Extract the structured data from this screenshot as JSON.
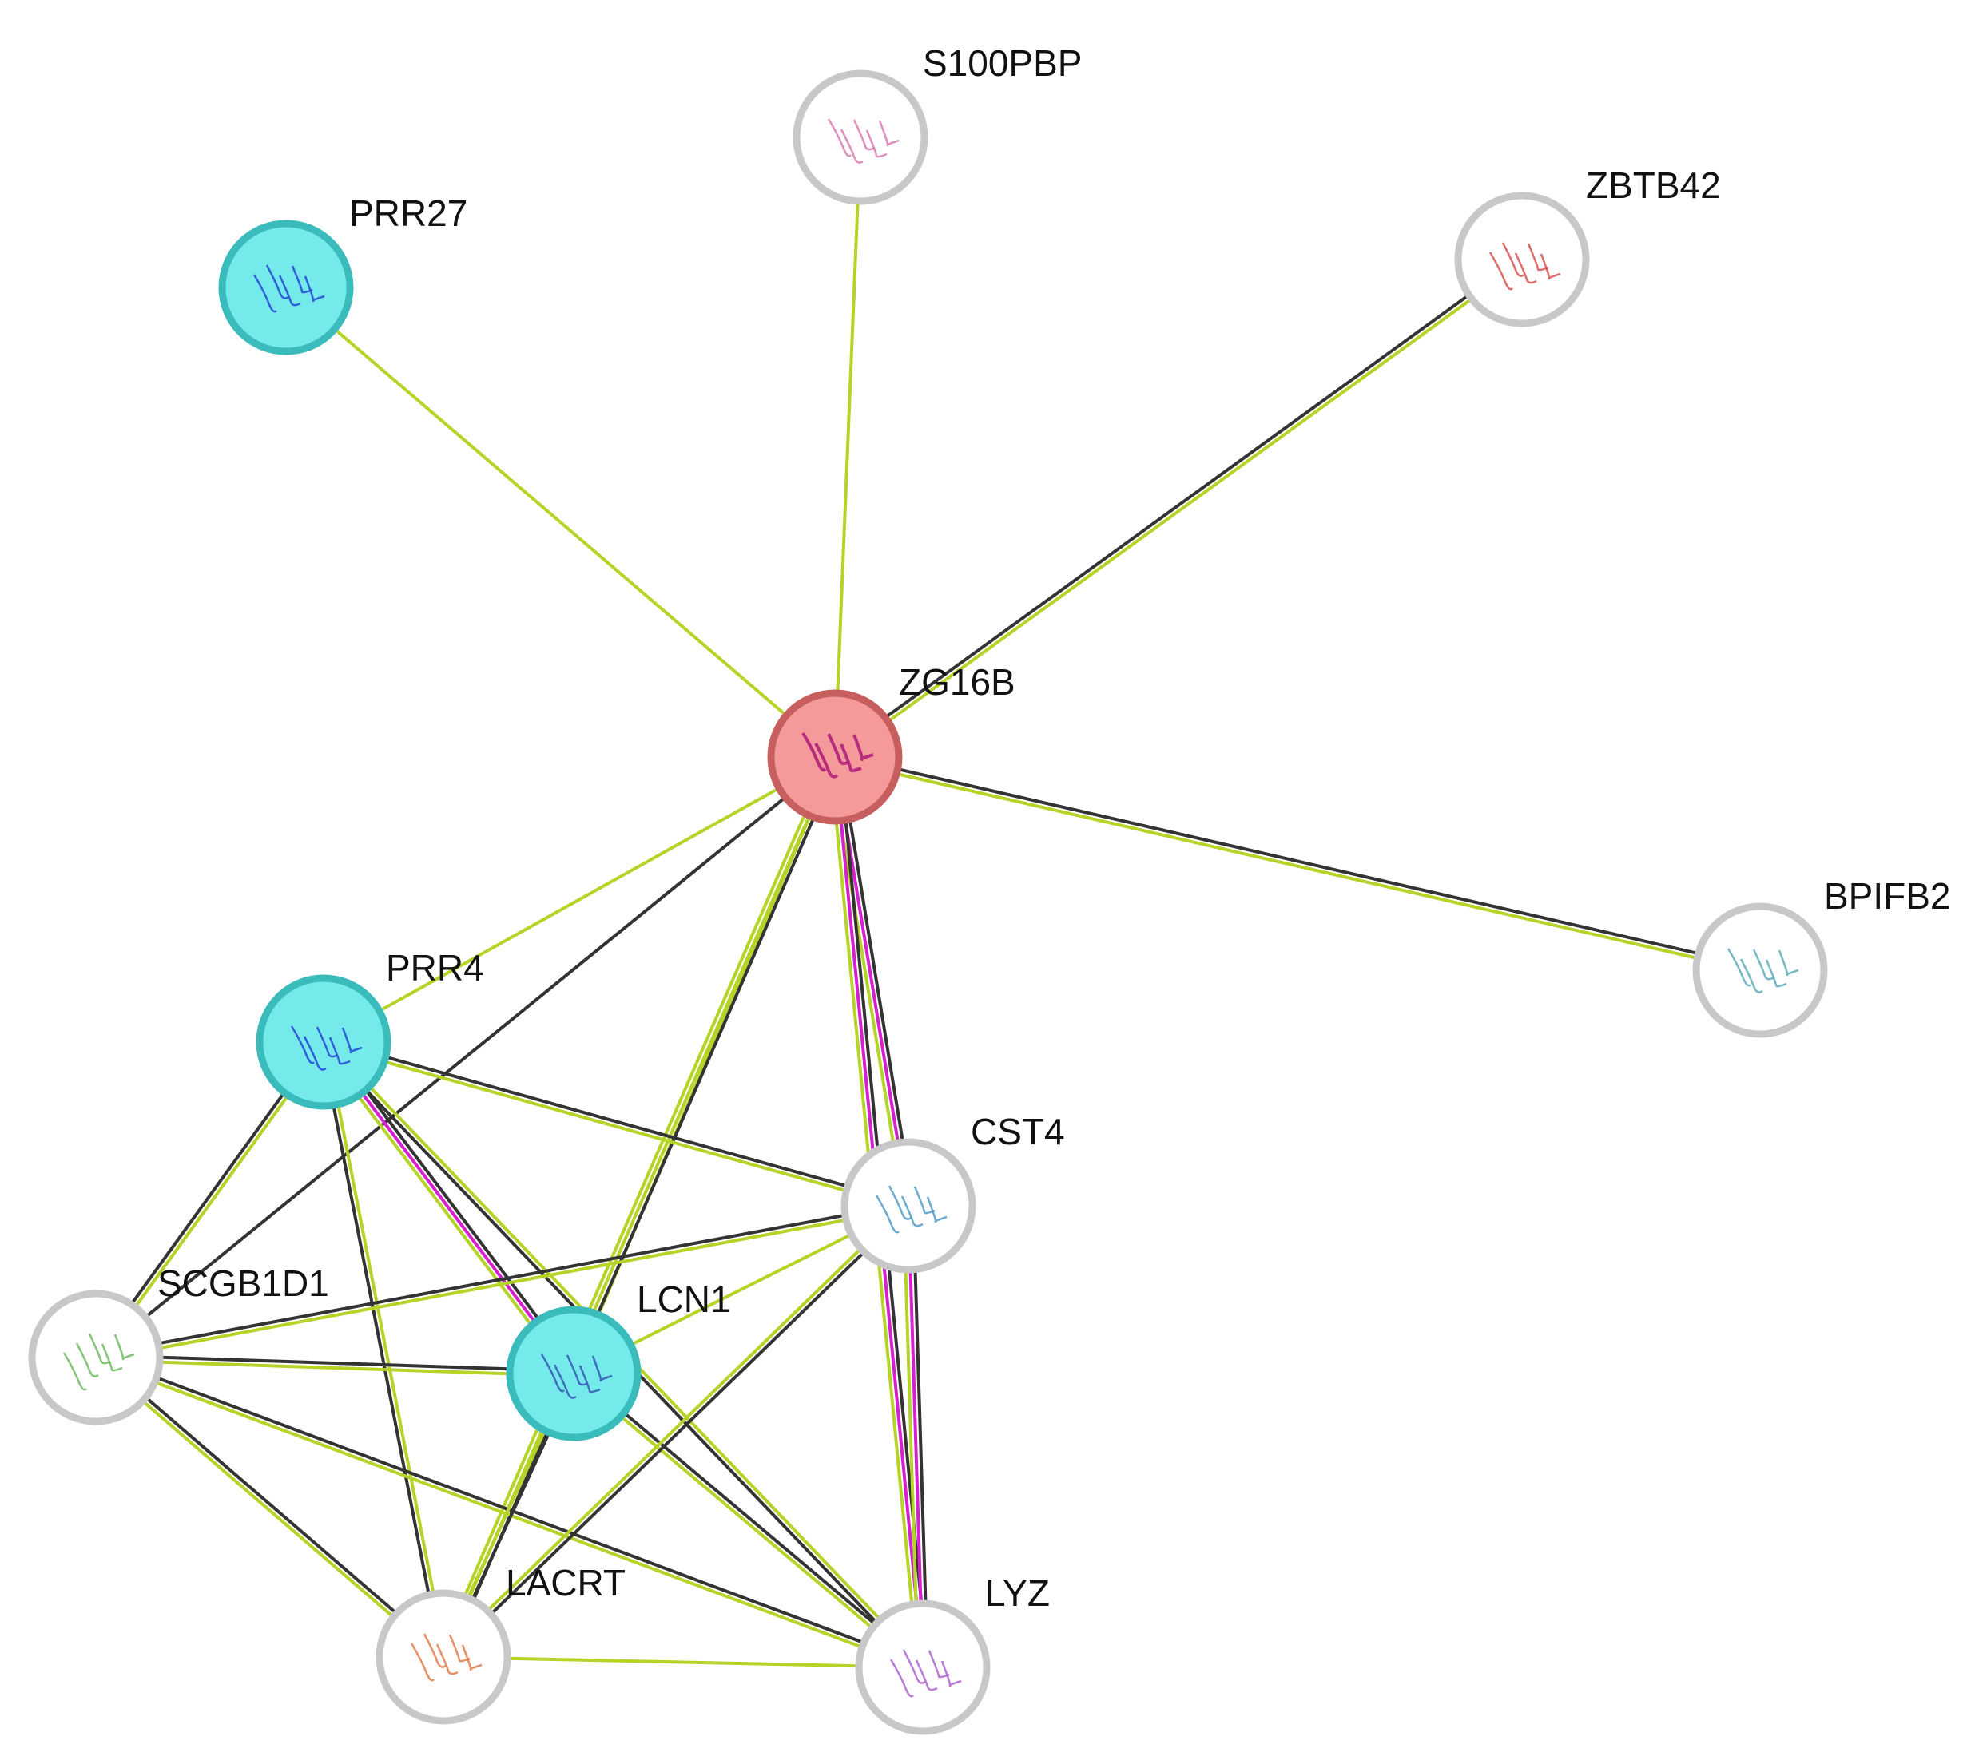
{
  "colors": {
    "textmining": "#b5d428",
    "coexpression": "#333333",
    "experiments": "#d61fd0",
    "node_query": "#f59a9a",
    "node_query_stroke": "#c85f5f",
    "node_highlight": "#74eaea",
    "node_highlight_stroke": "#3bbcbc",
    "node_plain": "#ffffff",
    "node_plain_stroke": "#c8c8c8"
  },
  "nodes": [
    {
      "id": "ZG16B",
      "label": "ZG16B",
      "style": "query",
      "structure_color": "#b0207a"
    },
    {
      "id": "S100PBP",
      "label": "S100PBP",
      "style": "plain",
      "structure_color": "#d46aa8"
    },
    {
      "id": "PRR27",
      "label": "PRR27",
      "style": "highlight",
      "structure_color": "#2a4fd8"
    },
    {
      "id": "ZBTB42",
      "label": "ZBTB42",
      "style": "plain",
      "structure_color": "#d43a3a"
    },
    {
      "id": "BPIFB2",
      "label": "BPIFB2",
      "style": "plain",
      "structure_color": "#4aa0b0"
    },
    {
      "id": "PRR4",
      "label": "PRR4",
      "style": "highlight",
      "structure_color": "#2a4fd8"
    },
    {
      "id": "CST4",
      "label": "CST4",
      "style": "plain",
      "structure_color": "#3a8fc0"
    },
    {
      "id": "SCGB1D1",
      "label": "SCGB1D1",
      "style": "plain",
      "structure_color": "#5ab04a"
    },
    {
      "id": "LCN1",
      "label": "LCN1",
      "style": "highlight",
      "structure_color": "#3a5fb8"
    },
    {
      "id": "LACRT",
      "label": "LACRT",
      "style": "plain",
      "structure_color": "#e06a30"
    },
    {
      "id": "LYZ",
      "label": "LYZ",
      "style": "plain",
      "structure_color": "#a050c8"
    }
  ],
  "edges": [
    {
      "source": "ZG16B",
      "target": "S100PBP",
      "types": [
        "textmining"
      ]
    },
    {
      "source": "ZG16B",
      "target": "PRR27",
      "types": [
        "textmining"
      ]
    },
    {
      "source": "ZG16B",
      "target": "ZBTB42",
      "types": [
        "coexpression",
        "textmining"
      ]
    },
    {
      "source": "ZG16B",
      "target": "BPIFB2",
      "types": [
        "coexpression",
        "textmining"
      ]
    },
    {
      "source": "ZG16B",
      "target": "PRR4",
      "types": [
        "textmining"
      ]
    },
    {
      "source": "ZG16B",
      "target": "SCGB1D1",
      "types": [
        "coexpression"
      ]
    },
    {
      "source": "ZG16B",
      "target": "LCN1",
      "types": [
        "textmining"
      ]
    },
    {
      "source": "ZG16B",
      "target": "LACRT",
      "types": [
        "coexpression",
        "textmining",
        "textmining"
      ]
    },
    {
      "source": "ZG16B",
      "target": "CST4",
      "types": [
        "coexpression",
        "experiments",
        "textmining"
      ]
    },
    {
      "source": "ZG16B",
      "target": "LYZ",
      "types": [
        "coexpression",
        "experiments",
        "textmining"
      ]
    },
    {
      "source": "PRR4",
      "target": "SCGB1D1",
      "types": [
        "textmining",
        "coexpression"
      ]
    },
    {
      "source": "PRR4",
      "target": "LCN1",
      "types": [
        "coexpression",
        "experiments",
        "textmining"
      ]
    },
    {
      "source": "PRR4",
      "target": "CST4",
      "types": [
        "coexpression",
        "textmining"
      ]
    },
    {
      "source": "PRR4",
      "target": "LACRT",
      "types": [
        "textmining",
        "coexpression"
      ]
    },
    {
      "source": "PRR4",
      "target": "LYZ",
      "types": [
        "textmining",
        "coexpression"
      ]
    },
    {
      "source": "SCGB1D1",
      "target": "LCN1",
      "types": [
        "coexpression",
        "textmining"
      ]
    },
    {
      "source": "SCGB1D1",
      "target": "CST4",
      "types": [
        "coexpression",
        "textmining"
      ]
    },
    {
      "source": "SCGB1D1",
      "target": "LACRT",
      "types": [
        "coexpression",
        "textmining"
      ]
    },
    {
      "source": "SCGB1D1",
      "target": "LYZ",
      "types": [
        "coexpression",
        "textmining"
      ]
    },
    {
      "source": "LCN1",
      "target": "CST4",
      "types": [
        "textmining"
      ]
    },
    {
      "source": "LCN1",
      "target": "LACRT",
      "types": [
        "coexpression",
        "textmining"
      ]
    },
    {
      "source": "LCN1",
      "target": "LYZ",
      "types": [
        "coexpression",
        "textmining"
      ]
    },
    {
      "source": "CST4",
      "target": "LACRT",
      "types": [
        "coexpression",
        "textmining"
      ]
    },
    {
      "source": "CST4",
      "target": "LYZ",
      "types": [
        "coexpression",
        "experiments",
        "textmining"
      ]
    },
    {
      "source": "LACRT",
      "target": "LYZ",
      "types": [
        "textmining"
      ]
    }
  ]
}
